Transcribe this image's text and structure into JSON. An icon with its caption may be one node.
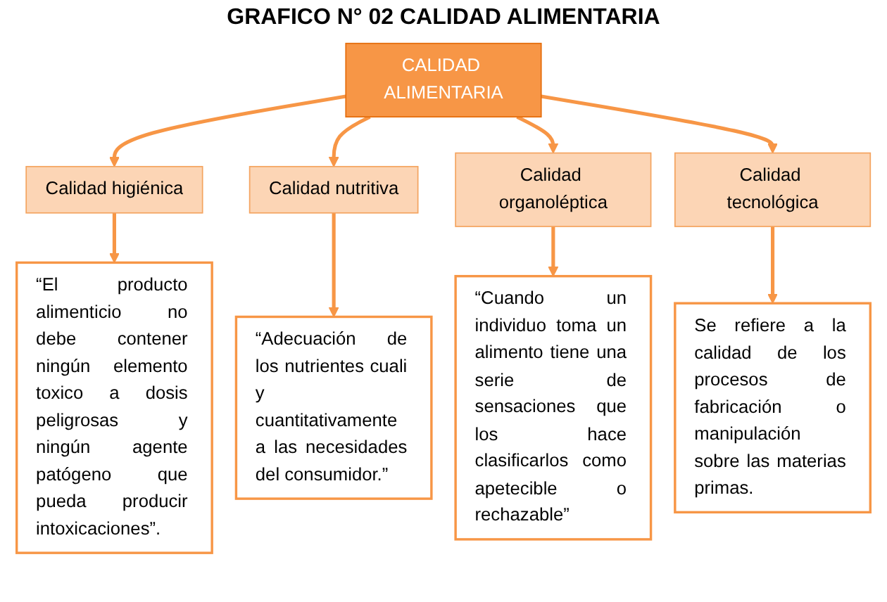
{
  "diagram": {
    "title": "GRAFICO N° 02 CALIDAD ALIMENTARIA",
    "nodes": [
      {
        "text": [
          "CALIDAD ALIMENTARIA"
        ]
      },
      {
        "text": [
          "Calidad higiénica"
        ]
      },
      {
        "text": [
          "Calidad nutritiva"
        ]
      },
      {
        "text": [
          "Calidad organoléptica"
        ]
      },
      {
        "text": [
          "Calidad tecnológica"
        ]
      },
      {
        "text": [
          "“El producto alimenticio no debe contener ningún elemento toxico a dosis peligrosas y ningún agente patógeno que pueda producir intoxicaciones”."
        ]
      },
      {
        "text": [
          "“Adecuación de los nutrientes cuali y cuantitativamente a las necesidades del consumidor.”"
        ]
      },
      {
        "text": [
          "“Cuando un individuo toma un alimento tiene una serie de sensaciones que los hace clasificarlos como apetecible o rechazable”"
        ]
      },
      {
        "text": [
          "Se refiere a la calidad de los procesos de fabricación o manipulación sobre las materias primas."
        ]
      }
    ],
    "edges": [
      {
        "from": 0,
        "to": 1,
        "arrow": "to"
      },
      {
        "from": 0,
        "to": 2,
        "arrow": "to"
      },
      {
        "from": 0,
        "to": 3,
        "arrow": "to"
      },
      {
        "from": 0,
        "to": 4,
        "arrow": "to"
      },
      {
        "from": 1,
        "to": 5,
        "arrow": "to"
      },
      {
        "from": 2,
        "to": 6,
        "arrow": "to"
      },
      {
        "from": 3,
        "to": 7,
        "arrow": "to"
      },
      {
        "from": 4,
        "to": 8,
        "arrow": "to"
      }
    ]
  }
}
